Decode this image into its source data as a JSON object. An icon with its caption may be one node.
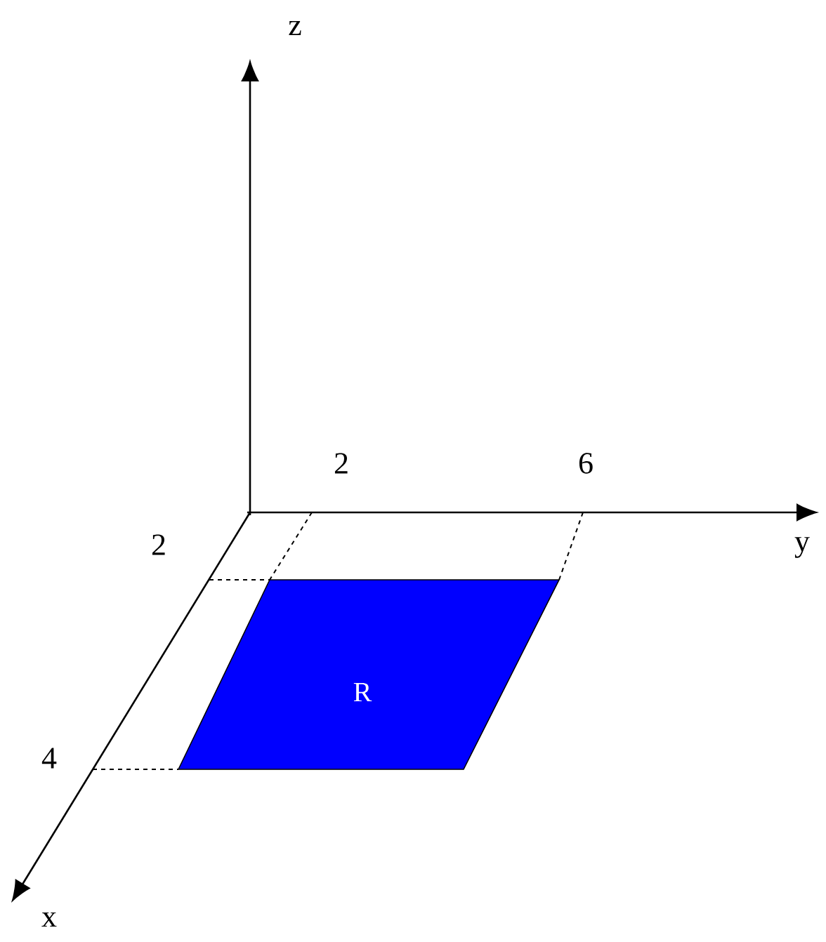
{
  "diagram": {
    "nodes": [
      {
        "text": [
          "R"
        ]
      }
    ],
    "labels": [
      "z",
      "2",
      "6",
      "y",
      "2",
      "4",
      "x"
    ]
  }
}
